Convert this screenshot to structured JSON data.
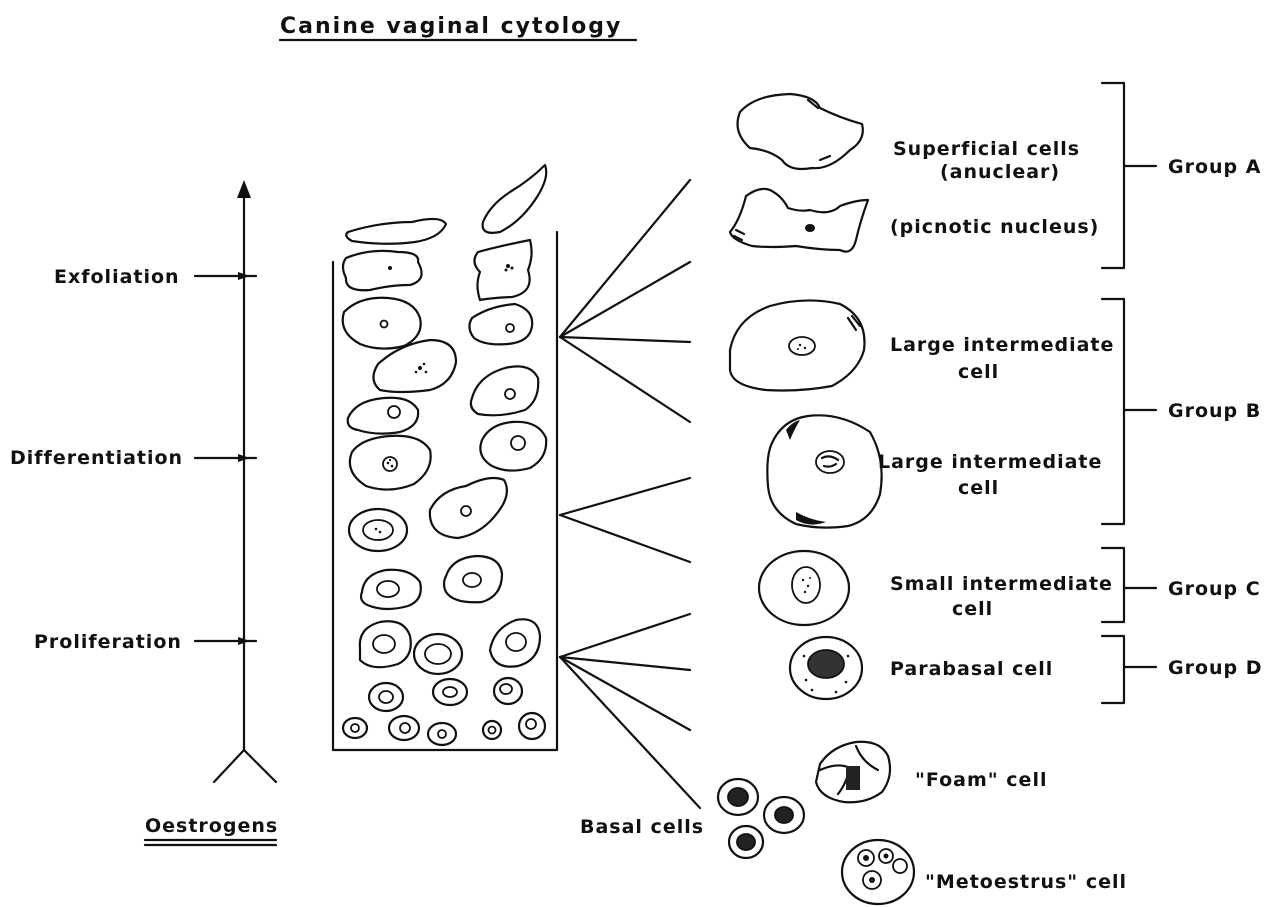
{
  "title": "Canine vaginal cytology",
  "axis": {
    "stages": [
      "Exfoliation",
      "Differentiation",
      "Proliferation"
    ],
    "source": "Oestrogens"
  },
  "cell_types": {
    "superficial_line1": "Superficial cells",
    "superficial_line2": "(anuclear)",
    "picnotic": "(picnotic nucleus)",
    "large_intermediate_1_line1": "Large intermediate",
    "large_intermediate_1_line2": "cell",
    "large_intermediate_2_line1": "Large intermediate",
    "large_intermediate_2_line2": "cell",
    "small_intermediate_line1": "Small intermediate",
    "small_intermediate_line2": "cell",
    "parabasal": "Parabasal cell",
    "basal": "Basal cells",
    "foam": "\"Foam\" cell",
    "metoestrus": "\"Metoestrus\" cell"
  },
  "groups": [
    "Group A",
    "Group B",
    "Group C",
    "Group D"
  ]
}
